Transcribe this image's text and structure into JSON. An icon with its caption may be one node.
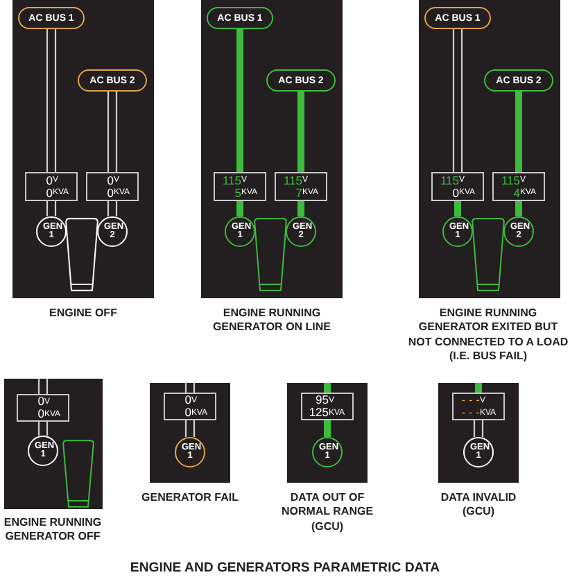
{
  "diagram": {
    "title": "ENGINE AND GENERATORS PARAMETRIC DATA",
    "nodes": [
      {
        "text": [],
        "shape": "box",
        "beside": [
          "ENGINE OFF"
        ]
      },
      {
        "text": [
          "AC BUS 1"
        ],
        "in": 0
      },
      {
        "text": [
          "AC BUS 2"
        ],
        "in": 0
      },
      {
        "text": [
          "0V",
          "0KVA"
        ],
        "in": 0
      },
      {
        "text": [
          "0V",
          "0KVA"
        ],
        "in": 0
      },
      {
        "text": [
          "GEN 1"
        ],
        "in": 0
      },
      {
        "text": [
          "GEN 2"
        ],
        "in": 0
      },
      {
        "text": [],
        "shape": "trapezoid",
        "in": 0
      },
      {
        "text": [],
        "shape": "box",
        "beside": [
          "ENGINE RUNNING GENERATOR ON LINE"
        ]
      },
      {
        "text": [
          "AC BUS 1"
        ],
        "in": 8
      },
      {
        "text": [
          "AC BUS 2"
        ],
        "in": 8
      },
      {
        "text": [
          "115V",
          "5KVA"
        ],
        "in": 8
      },
      {
        "text": [
          "115V",
          "7KVA"
        ],
        "in": 8
      },
      {
        "text": [
          "GEN 1"
        ],
        "in": 8
      },
      {
        "text": [
          "GEN 2"
        ],
        "in": 8
      },
      {
        "text": [],
        "shape": "trapezoid",
        "in": 8
      },
      {
        "text": [],
        "shape": "box",
        "beside": [
          "ENGINE RUNNING GENERATOR EXITED BUT NOT CONNECTED TO A LOAD (I.E. BUS FAIL)"
        ]
      },
      {
        "text": [
          "AC BUS 1"
        ],
        "in": 16
      },
      {
        "text": [
          "AC BUS 2"
        ],
        "in": 16
      },
      {
        "text": [
          "115V",
          "0KVA"
        ],
        "in": 16
      },
      {
        "text": [
          "115V",
          "4KVA"
        ],
        "in": 16
      },
      {
        "text": [
          "GEN 1"
        ],
        "in": 16
      },
      {
        "text": [
          "GEN 2"
        ],
        "in": 16
      },
      {
        "text": [],
        "shape": "trapezoid",
        "in": 16
      },
      {
        "text": [],
        "shape": "box",
        "beside": [
          "ENGINE RUNNING GENERATOR OFF"
        ]
      },
      {
        "text": [
          "0V",
          "0KVA"
        ],
        "in": 24
      },
      {
        "text": [
          "GEN 1"
        ],
        "in": 24
      },
      {
        "text": [],
        "shape": "trapezoid",
        "in": 24
      },
      {
        "text": [],
        "shape": "box",
        "beside": [
          "GENERATOR FAIL"
        ]
      },
      {
        "text": [
          "0V",
          "0KVA"
        ],
        "in": 28
      },
      {
        "text": [
          "GEN 1"
        ],
        "in": 28
      },
      {
        "text": [],
        "shape": "box",
        "beside": [
          "DATA OUT OF NORMAL RANGE (GCU)"
        ]
      },
      {
        "text": [
          "95V",
          "125KVA"
        ],
        "in": 31
      },
      {
        "text": [
          "GEN 1"
        ],
        "in": 31
      },
      {
        "text": [],
        "shape": "box",
        "beside": [
          "DATA INVALID (GCU)"
        ]
      },
      {
        "text": [
          "- - -V",
          "- - -KVA"
        ],
        "in": 34
      },
      {
        "text": [
          "GEN 1"
        ],
        "in": 34
      }
    ],
    "edges": [
      {
        "from": 1,
        "to": 3,
        "arrow": "none"
      },
      {
        "from": 3,
        "to": 5,
        "arrow": "none"
      },
      {
        "from": 2,
        "to": 4,
        "arrow": "none"
      },
      {
        "from": 4,
        "to": 6,
        "arrow": "none"
      },
      {
        "from": 9,
        "to": 11,
        "arrow": "none",
        "style": "thick",
        "color": "#3dbb3d"
      },
      {
        "from": 11,
        "to": 13,
        "arrow": "none",
        "style": "thick",
        "color": "#3dbb3d"
      },
      {
        "from": 10,
        "to": 12,
        "arrow": "none",
        "style": "thick",
        "color": "#3dbb3d"
      },
      {
        "from": 12,
        "to": 14,
        "arrow": "none",
        "style": "thick",
        "color": "#3dbb3d"
      },
      {
        "from": 17,
        "to": 19,
        "arrow": "none"
      },
      {
        "from": 19,
        "to": 21,
        "arrow": "none",
        "style": "thick",
        "color": "#3dbb3d"
      },
      {
        "from": 18,
        "to": 20,
        "arrow": "none",
        "style": "thick",
        "color": "#3dbb3d"
      },
      {
        "from": 20,
        "to": 22,
        "arrow": "none",
        "style": "thick",
        "color": "#3dbb3d"
      },
      {
        "from": null,
        "to": 25,
        "arrow": "none"
      },
      {
        "from": 25,
        "to": 26,
        "arrow": "none"
      },
      {
        "from": null,
        "to": 29,
        "arrow": "none"
      },
      {
        "from": 29,
        "to": 30,
        "arrow": "none"
      },
      {
        "from": null,
        "to": 32,
        "arrow": "none",
        "style": "thick",
        "color": "#3dbb3d"
      },
      {
        "from": 32,
        "to": 33,
        "arrow": "none",
        "style": "thick",
        "color": "#3dbb3d"
      },
      {
        "from": null,
        "to": 35,
        "arrow": "none",
        "style": "thick",
        "color": "#3dbb3d"
      },
      {
        "from": 35,
        "to": 36,
        "arrow": "none"
      }
    ]
  }
}
